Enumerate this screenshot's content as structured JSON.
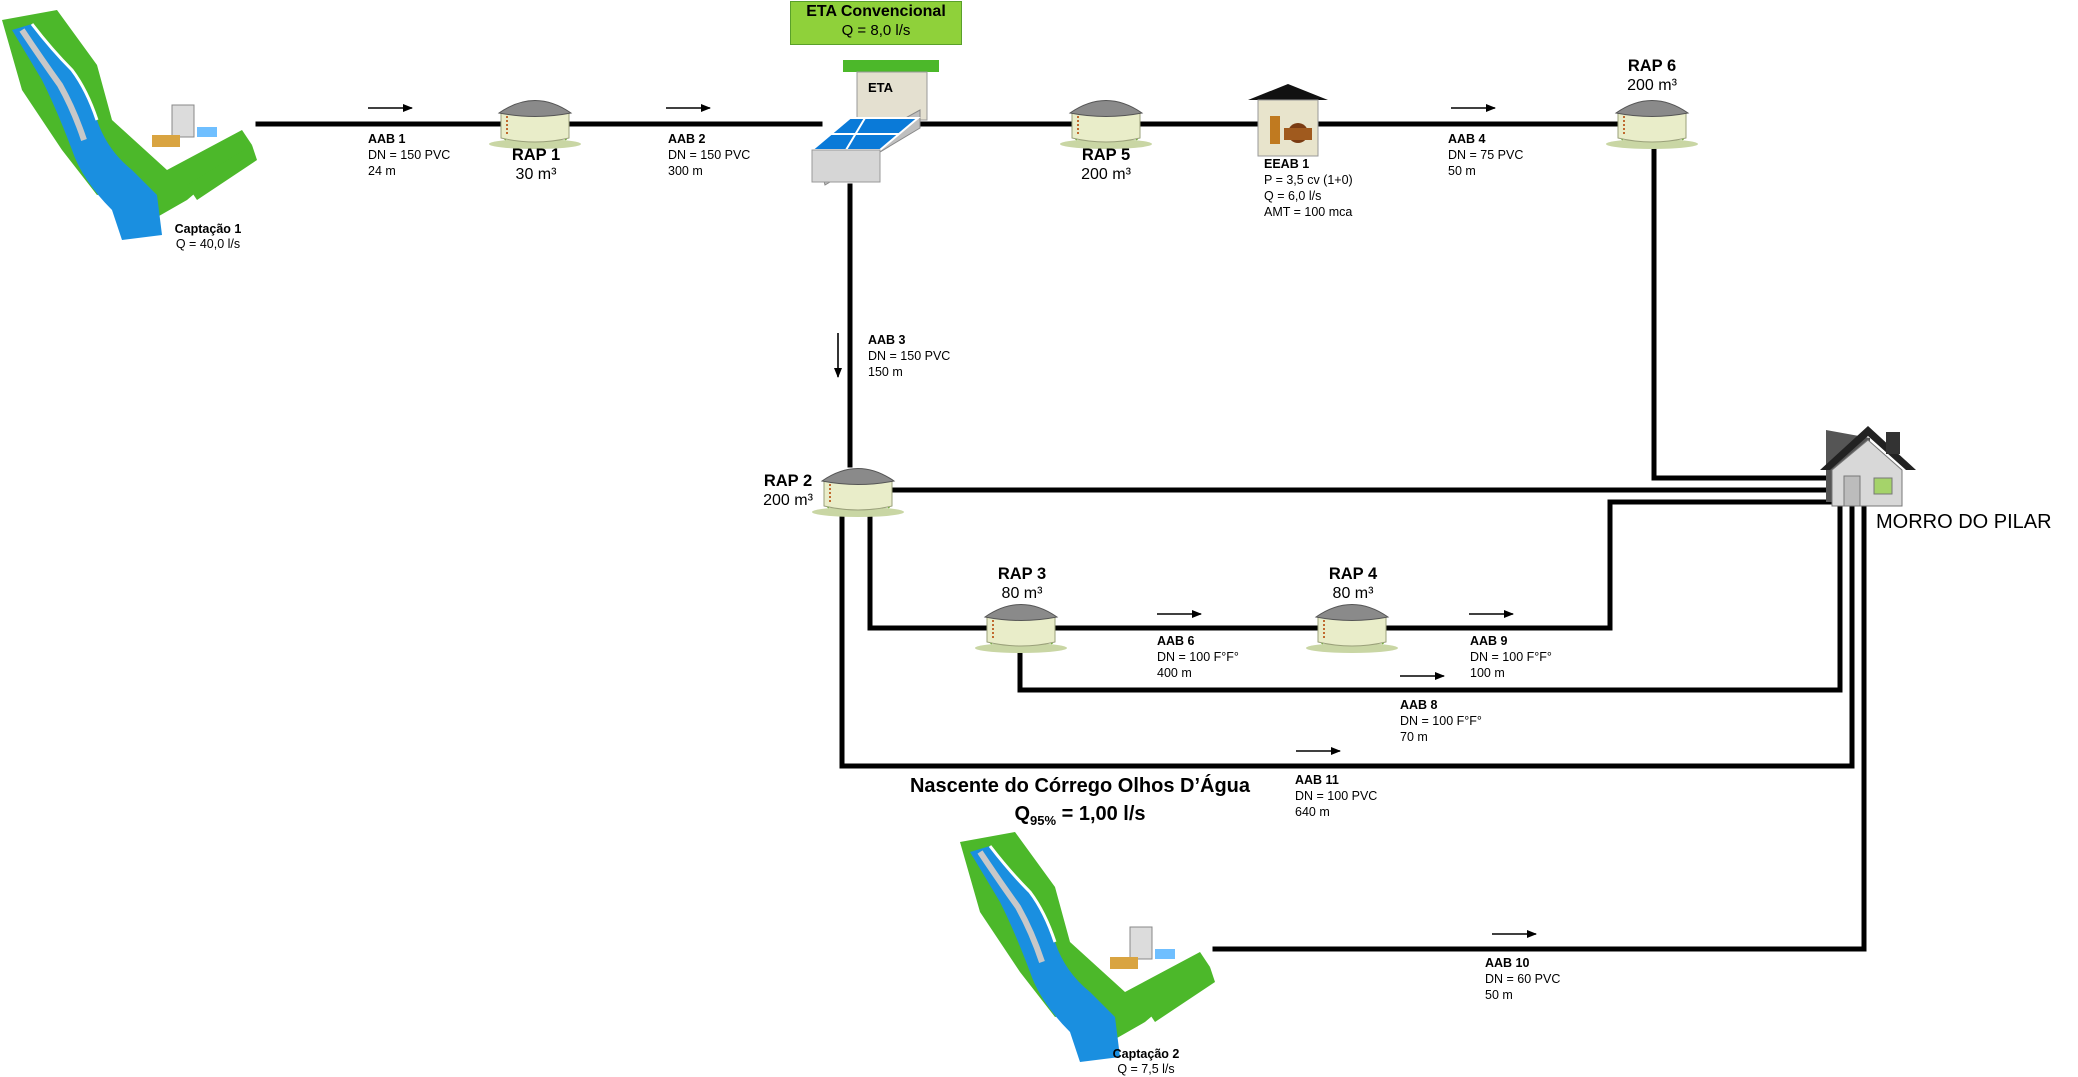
{
  "eta_box": {
    "title": "ETA Convencional",
    "flow": "Q = 8,0 l/s"
  },
  "eta_icon_label": "ETA",
  "captacao1": {
    "name": "Captação 1",
    "flow": "Q = 40,0 l/s"
  },
  "captacao2": {
    "name": "Captação 2",
    "flow": "Q = 7,5 l/s"
  },
  "spring": {
    "title": "Nascente do Córrego Olhos D’Água",
    "q_prefix": "Q",
    "q_sub": "95%",
    "q_value": " = 1,00 l/s"
  },
  "destination": "MORRO DO PILAR",
  "reservoirs": {
    "rap1": {
      "name": "RAP 1",
      "capacity": "30 m³"
    },
    "rap2": {
      "name": "RAP 2",
      "capacity": "200 m³"
    },
    "rap3": {
      "name": "RAP 3",
      "capacity": "80 m³"
    },
    "rap4": {
      "name": "RAP 4",
      "capacity": "80 m³"
    },
    "rap5": {
      "name": "RAP 5",
      "capacity": "200 m³"
    },
    "rap6": {
      "name": "RAP 6",
      "capacity": "200 m³"
    }
  },
  "pump": {
    "name": "EEAB 1",
    "power": "P = 3,5 cv (1+0)",
    "flow": "Q = 6,0 l/s",
    "amt": "AMT = 100 mca"
  },
  "pipes": {
    "aab1": {
      "name": "AAB 1",
      "dn": "DN = 150 PVC",
      "length": "24 m"
    },
    "aab2": {
      "name": "AAB 2",
      "dn": "DN = 150 PVC",
      "length": "300 m"
    },
    "aab3": {
      "name": "AAB 3",
      "dn": "DN = 150 PVC",
      "length": "150 m"
    },
    "aab4": {
      "name": "AAB 4",
      "dn": "DN = 75 PVC",
      "length": "50 m"
    },
    "aab6": {
      "name": "AAB 6",
      "dn": "DN = 100 F°F°",
      "length": "400 m"
    },
    "aab8": {
      "name": "AAB 8",
      "dn": "DN = 100 F°F°",
      "length": "70 m"
    },
    "aab9": {
      "name": "AAB 9",
      "dn": "DN = 100 F°F°",
      "length": "100 m"
    },
    "aab10": {
      "name": "AAB 10",
      "dn": "DN = 60 PVC",
      "length": "50 m"
    },
    "aab11": {
      "name": "AAB 11",
      "dn": "DN = 100 PVC",
      "length": "640 m"
    }
  },
  "colors": {
    "grass": "#4cb82a",
    "water": "#1a8fe0",
    "eta_label_bg": "#8fd13a",
    "pipe": "#000000"
  }
}
